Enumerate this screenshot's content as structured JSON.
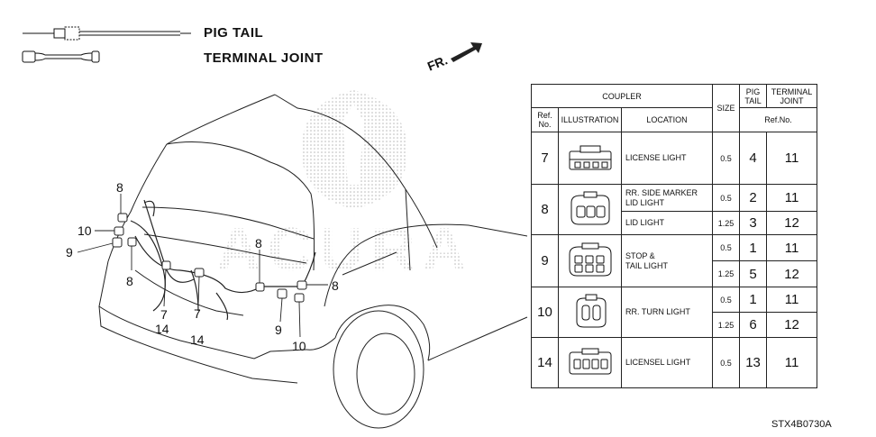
{
  "legend": {
    "pig_tail": "PIG TAIL",
    "terminal_joint": "TERMINAL JOINT"
  },
  "watermark": "ACURA",
  "front_arrow": "FR.",
  "callouts": [
    {
      "id": "c8-top",
      "text": "8"
    },
    {
      "id": "c10-left",
      "text": "10"
    },
    {
      "id": "c9-left",
      "text": "9"
    },
    {
      "id": "c8-left",
      "text": "8"
    },
    {
      "id": "c7-left",
      "text": "7"
    },
    {
      "id": "c14-left",
      "text": "14"
    },
    {
      "id": "c7-mid",
      "text": "7"
    },
    {
      "id": "c14-mid",
      "text": "14"
    },
    {
      "id": "c8-center",
      "text": "8"
    },
    {
      "id": "c8-right",
      "text": "8"
    },
    {
      "id": "c9-right",
      "text": "9"
    },
    {
      "id": "c10-right",
      "text": "10"
    }
  ],
  "table": {
    "headers": {
      "coupler": "COUPLER",
      "size": "SIZE",
      "pig_tail": "PIG\nTAIL",
      "terminal_joint": "TERMINAL\nJOINT",
      "ref_no": "Ref.\nNo.",
      "illustration": "ILLUSTRATION",
      "location": "LOCATION",
      "ref_no_right": "Ref.No."
    },
    "groups": [
      {
        "ref": "7",
        "rows": [
          {
            "location": "LICENSE LIGHT",
            "size": "0.5",
            "pig_tail": "4",
            "terminal_joint": "11"
          }
        ]
      },
      {
        "ref": "8",
        "rows": [
          {
            "location": "RR. SIDE MARKER\nLID LIGHT",
            "size": "0.5",
            "pig_tail": "2",
            "terminal_joint": "11"
          },
          {
            "location": "LID LIGHT",
            "size": "1.25",
            "pig_tail": "3",
            "terminal_joint": "12"
          }
        ]
      },
      {
        "ref": "9",
        "location": "STOP &\nTAIL LIGHT",
        "rows": [
          {
            "size": "0.5",
            "pig_tail": "1",
            "terminal_joint": "11"
          },
          {
            "size": "1.25",
            "pig_tail": "5",
            "terminal_joint": "12"
          }
        ]
      },
      {
        "ref": "10",
        "location": "RR. TURN LIGHT",
        "rows": [
          {
            "size": "0.5",
            "pig_tail": "1",
            "terminal_joint": "11"
          },
          {
            "size": "1.25",
            "pig_tail": "6",
            "terminal_joint": "12"
          }
        ]
      },
      {
        "ref": "14",
        "rows": [
          {
            "location": "LICENSEL LIGHT",
            "size": "0.5",
            "pig_tail": "13",
            "terminal_joint": "11"
          }
        ]
      }
    ]
  },
  "document_code": "STX4B0730A"
}
